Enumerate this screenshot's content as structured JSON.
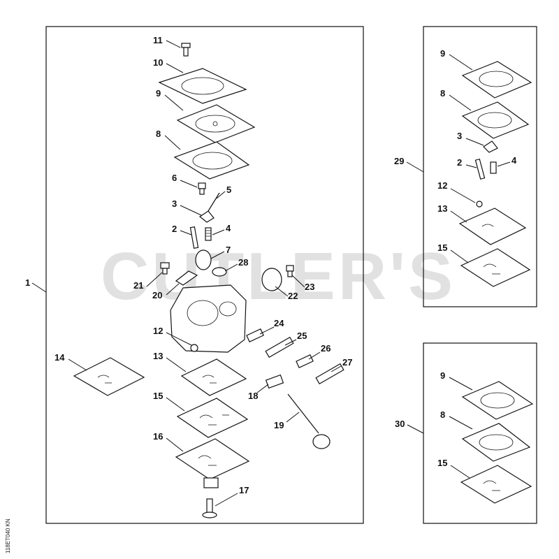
{
  "watermark": "CUTLER'S",
  "drawing_code": "118ET040 KN",
  "panels": {
    "main": {
      "callout": "1"
    },
    "kit_a": {
      "callout": "29"
    },
    "kit_b": {
      "callout": "30"
    }
  },
  "labels": {
    "main": [
      "11",
      "10",
      "9",
      "8",
      "6",
      "5",
      "3",
      "2",
      "4",
      "7",
      "28",
      "21",
      "20",
      "22",
      "23",
      "24",
      "25",
      "12",
      "26",
      "27",
      "14",
      "13",
      "15",
      "18",
      "19",
      "16",
      "17"
    ],
    "kit_a": [
      "9",
      "8",
      "3",
      "2",
      "4",
      "12",
      "13",
      "15"
    ],
    "kit_b": [
      "9",
      "8",
      "15"
    ]
  }
}
